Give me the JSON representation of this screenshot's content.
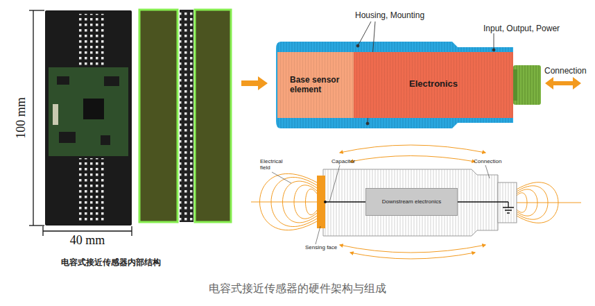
{
  "diagram": {
    "caption": "电容式接近传感器的硬件架构与组成",
    "nodes": [
      {
        "text": [
          "Base sensor element"
        ]
      },
      {
        "text": [
          "Electronics"
        ]
      },
      {
        "text": [
          "Downstream electronics"
        ]
      }
    ],
    "labels": [
      "100 mm",
      "40 mm",
      "电容式接近传感器内部结构",
      "Housing, Mounting",
      "Input, Output, Power",
      "Connection",
      "Electrical field",
      "Capacitor",
      "Connection",
      "Sensing face"
    ]
  }
}
